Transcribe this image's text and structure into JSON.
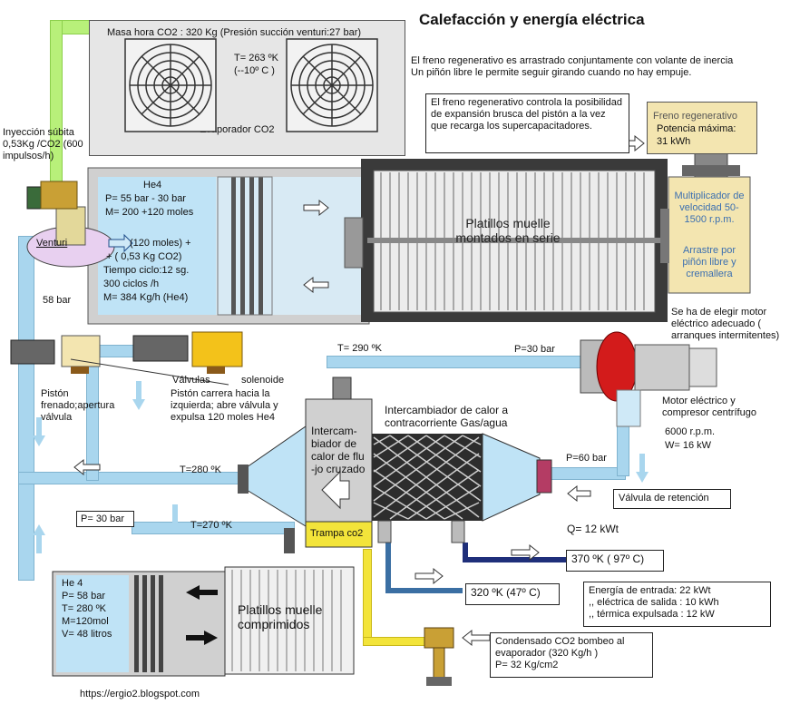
{
  "title": "Calefacción y energía eléctrica",
  "evaporator": {
    "header": "Masa hora CO2 : 320 Kg (Presión succión venturi:27 bar)",
    "temp_k": "T= 263 ºK",
    "temp_c": "(--10º C )",
    "label": "Evaporador CO2"
  },
  "notes": {
    "flywheel": "El freno regenerativo es arrastrado conjuntamente con volante de inercia\nUn piñón libre le permite seguir girando cuando no hay empuje.",
    "regen_control": "El freno regenerativo controla la posibilidad de expansión brusca del pistón a la vez que recarga los supercapacitadores."
  },
  "regen_brake": {
    "label": "Freno regenerativo",
    "power_label": "Potencia máxima:",
    "power_value": "31 kWh"
  },
  "multiplier": {
    "line1": "Multiplicador de velocidad 50-1500 r.p.m.",
    "line2": "Arrastre por piñón libre y cremallera"
  },
  "injection": {
    "label": "Inyección súbita 0,53Kg /CO2 (600 impulsos/h)"
  },
  "venturi": {
    "label": "Venturi"
  },
  "he4_cylinder": {
    "title": "He4",
    "pressure": "P= 55 bar - 30 bar",
    "moles": "M= 200 +120 moles",
    "mix1": "(120 moles) +",
    "mix2": "+ ( 0,53 Kg CO2)",
    "cycle": "Tiempo ciclo:12 sg.",
    "cycles": "300 ciclos /h",
    "mass": "M= 384 Kg/h (He4)"
  },
  "springs_series": "Platillos muelle montados en serie",
  "label_58bar": "58 bar",
  "valves": {
    "label": "Válvulas",
    "solenoid": "solenoide",
    "piston_note": "Pistón carrera hacia la izquierda; abre válvula y expulsa 120 moles He4"
  },
  "piston_braked": "Pistón frenado;apertura válvula",
  "motor_choice": "Se ha de elegir motor eléctrico adecuado ( arranques intermitentes)",
  "compressor": {
    "label": "Motor eléctrico y compresor centrífugo",
    "rpm": "6000 r.p.m.",
    "power": "W= 16 kW"
  },
  "pipes": {
    "t290": "T= 290 ºK",
    "p30": "P=30 bar",
    "t280": "T=280 ºK",
    "p60": "P=60 bar",
    "p30b": "P= 30 bar",
    "t270": "T=270 ºK"
  },
  "cross_hx": "Intercam-biador de calor de flu -jo cruzado",
  "counter_hx": "Intercambiador de calor a contracorriente Gas/agua",
  "check_valve": "Válvula de retención",
  "co2_trap": "Trampa co2",
  "heat_q": "Q= 12  kWt",
  "water_out": "370 ºK ( 97º C)",
  "water_in": "320 ºK (47º C)",
  "energy": {
    "input": "Energía de entrada: 22 kWt",
    "electric": ",,  eléctrica de salida : 10 kWh",
    "thermal": ",, térmica expulsada : 12 kW"
  },
  "he4_storage": {
    "title": "He 4",
    "pressure": "P= 58 bar",
    "temp": "T= 280 ºK",
    "moles": "M=120mol",
    "volume": "V= 48 litros"
  },
  "springs_compressed": "Platillos muelle comprimidos",
  "condensate": "Condensado CO2 bombeo al evaporador (320 Kg/h )\n P= 32 Kg/cm2",
  "url": "https://ergio2.blogspot.com"
}
